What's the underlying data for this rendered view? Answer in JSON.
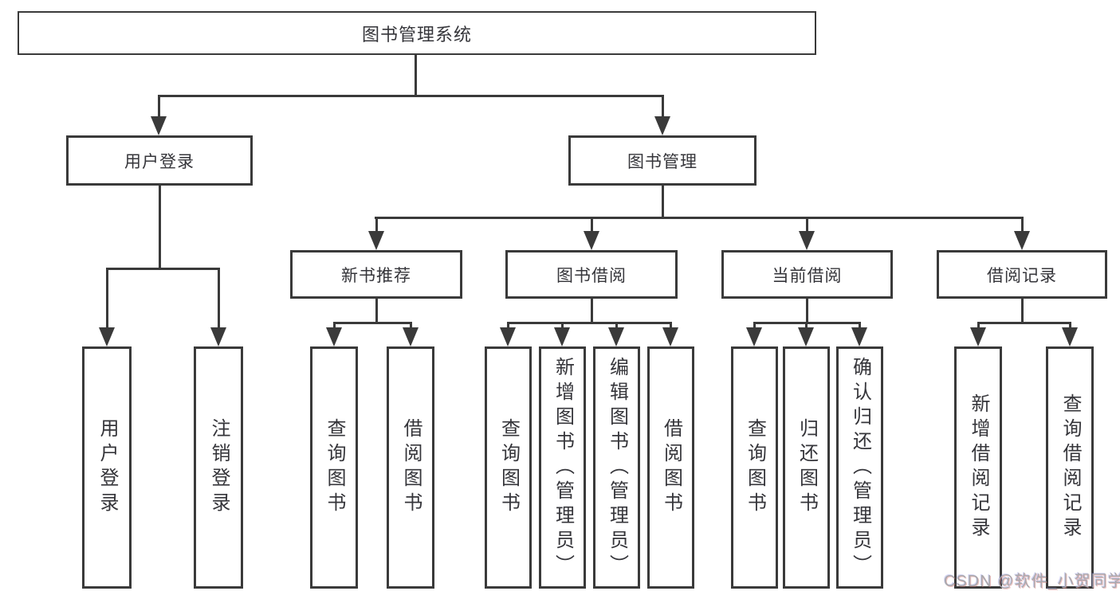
{
  "diagram": {
    "root": {
      "label": "图书管理系统"
    },
    "branches": [
      {
        "label": "用户登录",
        "children": [
          {
            "label": "用户登录"
          },
          {
            "label": "注销登录"
          }
        ]
      },
      {
        "label": "图书管理",
        "groups": [
          {
            "label": "新书推荐",
            "children": [
              {
                "label": "查询图书"
              },
              {
                "label": "借阅图书"
              }
            ]
          },
          {
            "label": "图书借阅",
            "children": [
              {
                "label": "查询图书"
              },
              {
                "label": "新增图书（管理员）"
              },
              {
                "label": "编辑图书（管理员）"
              },
              {
                "label": "借阅图书"
              }
            ]
          },
          {
            "label": "当前借阅",
            "children": [
              {
                "label": "查询图书"
              },
              {
                "label": "归还图书"
              },
              {
                "label": "确认归还（管理员）"
              }
            ]
          },
          {
            "label": "借阅记录",
            "children": [
              {
                "label": "新增借阅记录"
              },
              {
                "label": "查询借阅记录"
              }
            ]
          }
        ]
      }
    ]
  },
  "watermark": {
    "text": "CSDN @软件_小贺同学"
  },
  "colors": {
    "line": "#3a3a3a",
    "text": "#35353a",
    "watermark": "#a9a9ad",
    "background": "#ffffff"
  }
}
